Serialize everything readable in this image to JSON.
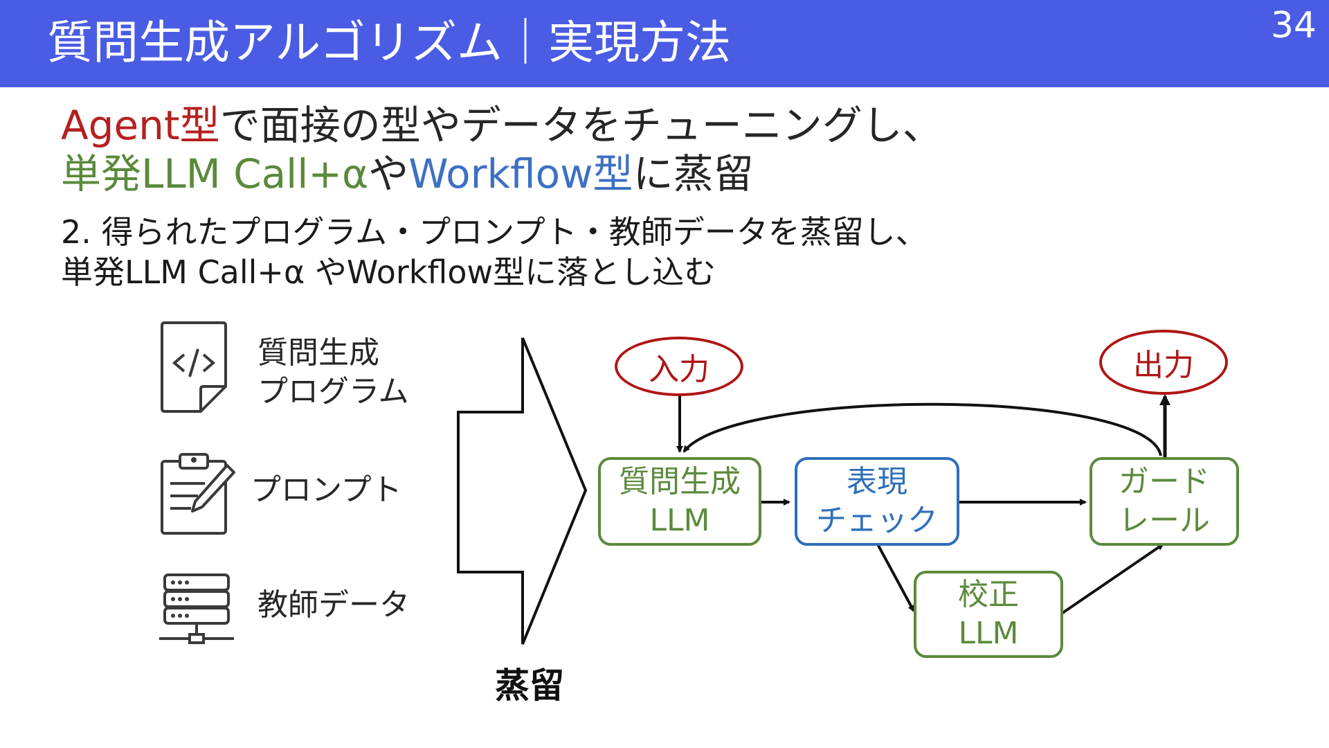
{
  "header": {
    "title": "質問生成アルゴリズム｜実現方法",
    "page_number": "34"
  },
  "headline": {
    "line1": {
      "part1": "Agent型",
      "part2": "で面接の型やデータをチューニングし、"
    },
    "line2": {
      "part1": "単発LLM Call+α",
      "part2": "や",
      "part3": "Workflow型",
      "part4": "に蒸留"
    }
  },
  "subtext": {
    "line1": "2. 得られたプログラム・プロンプト・教師データを蒸留し、",
    "line2": "単発LLM Call+α やWorkflow型に落とし込む"
  },
  "assets": [
    {
      "label_line1": "質問生成",
      "label_line2": "プログラム",
      "icon": "code-file-icon"
    },
    {
      "label": "プロンプト",
      "icon": "clipboard-pen-icon"
    },
    {
      "label": "教師データ",
      "icon": "database-server-icon"
    }
  ],
  "distill_label": "蒸留",
  "workflow": {
    "input": "入力",
    "output": "出力",
    "nodes": {
      "question_llm": {
        "line1": "質問生成",
        "line2": "LLM"
      },
      "expression_check": {
        "line1": "表現",
        "line2": "チェック"
      },
      "guardrail": {
        "line1": "ガード",
        "line2": "レール"
      },
      "correction_llm": {
        "line1": "校正",
        "line2": "LLM"
      }
    }
  },
  "colors": {
    "header_bg": "#4a5ce4",
    "red": "#b52020",
    "green": "#5a8a3c",
    "blue": "#3d70c4"
  }
}
